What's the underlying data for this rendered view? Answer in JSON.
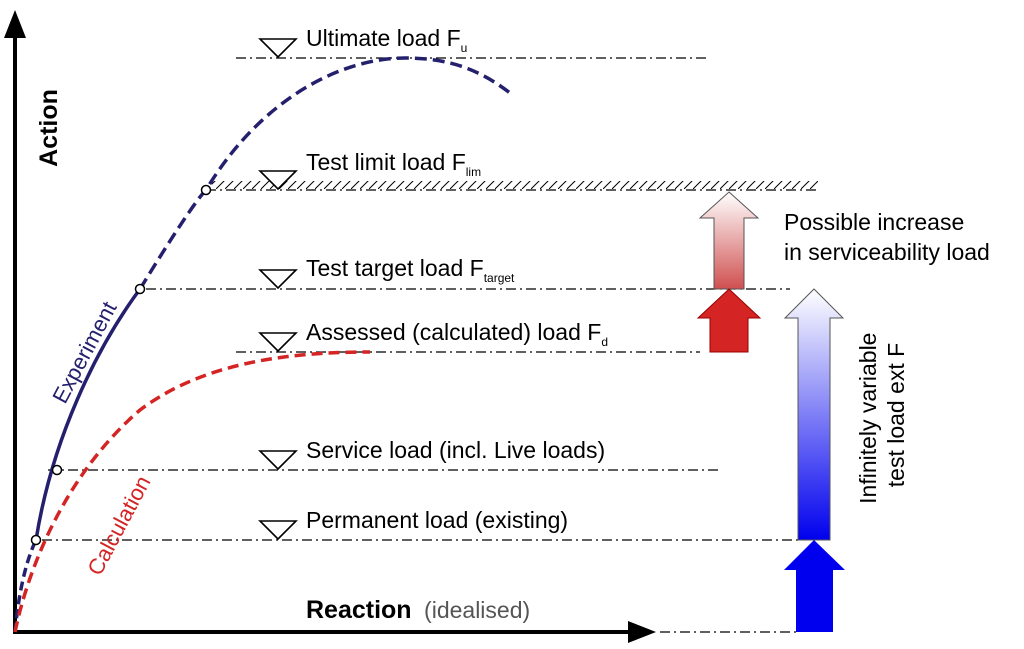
{
  "axes": {
    "y_title": "Action",
    "x_title": "Reaction",
    "x_note": "(idealised)"
  },
  "levels": [
    {
      "id": "ultimate",
      "text": "Ultimate load F",
      "sub": "u"
    },
    {
      "id": "limit",
      "text": "Test limit load F",
      "sub": "lim"
    },
    {
      "id": "target",
      "text": "Test target load F",
      "sub": "target"
    },
    {
      "id": "assessed",
      "text": "Assessed (calculated) load F",
      "sub": "d"
    },
    {
      "id": "service",
      "text": "Service load (incl. Live loads)",
      "sub": ""
    },
    {
      "id": "permanent",
      "text": "Permanent load (existing)",
      "sub": ""
    }
  ],
  "curves": {
    "experiment": "Experiment",
    "calculation": "Calculation"
  },
  "notes": {
    "increase_line1": "Possible increase",
    "increase_line2": "in serviceability load",
    "variable_line1": "Infinitely variable",
    "variable_line2": "test load  ext F"
  },
  "colors": {
    "experiment": "#24206e",
    "calculation": "#d42424",
    "test_load_arrow": "#0000ee",
    "increase_arrow": "#d42424",
    "axis": "#000000"
  }
}
